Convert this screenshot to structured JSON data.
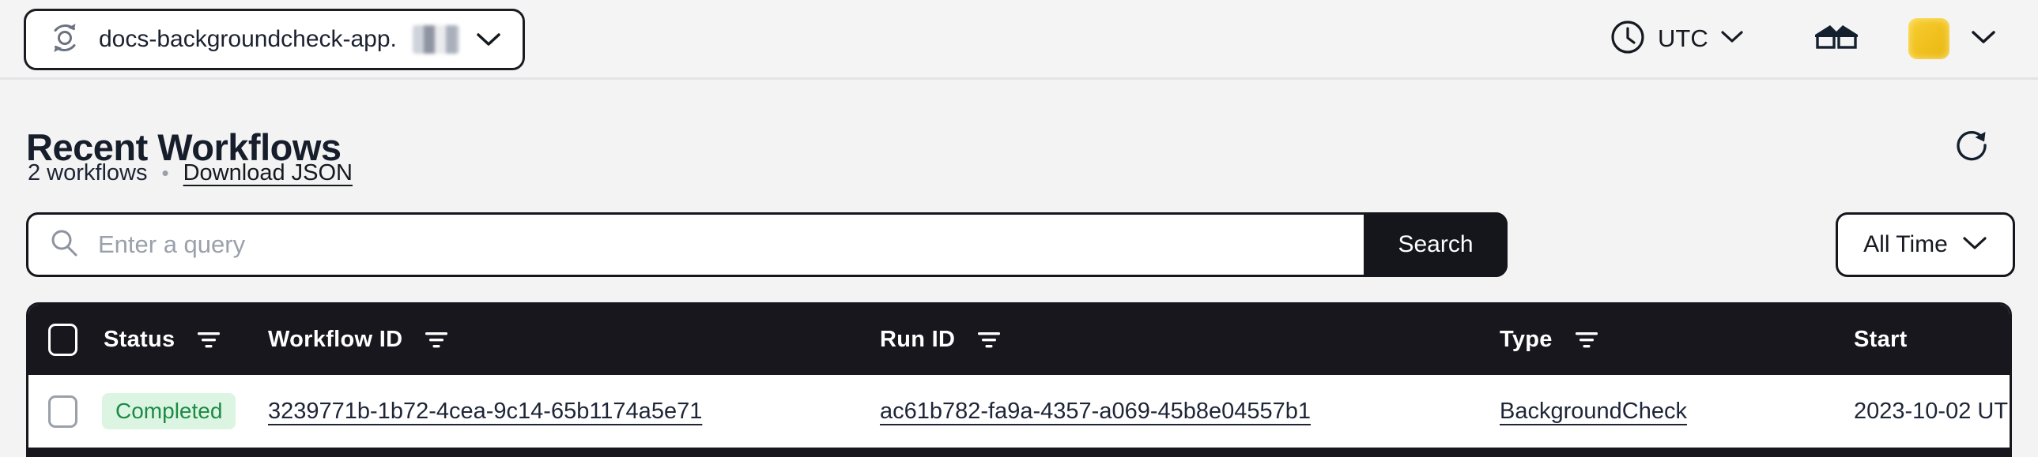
{
  "topbar": {
    "namespace": {
      "label": "docs-backgroundcheck-app.",
      "suffix_redacted": true
    },
    "timezone": {
      "label": "UTC"
    }
  },
  "page": {
    "title": "Recent Workflows",
    "count_label": "2 workflows",
    "separator": "•",
    "download_link": "Download JSON"
  },
  "search": {
    "placeholder": "Enter a query",
    "value": "",
    "button_label": "Search",
    "time_filter_label": "All Time"
  },
  "table": {
    "columns": [
      {
        "label": "Status",
        "filterable": true
      },
      {
        "label": "Workflow ID",
        "filterable": true
      },
      {
        "label": "Run ID",
        "filterable": true
      },
      {
        "label": "Type",
        "filterable": true
      },
      {
        "label": "Start",
        "filterable": false
      }
    ],
    "rows": [
      {
        "status": "Completed",
        "workflow_id": "3239771b-1b72-4cea-9c14-65b1174a5e71",
        "run_id": "ac61b782-fa9a-4357-a069-45b8e04557b1",
        "type": "BackgroundCheck",
        "start": "2023-10-02 UT"
      }
    ]
  },
  "icons": [
    "namespace-cycle-icon",
    "chevron-down-icon",
    "clock-icon",
    "glasses-icon",
    "refresh-icon",
    "search-icon",
    "filter-icon",
    "checkbox"
  ],
  "colors": {
    "page_bg": "#f3f3f4",
    "table_header_bg": "#17171d",
    "badge_bg": "#dcf5e3",
    "badge_text": "#1d8a45",
    "avatar_yellow": "#f2c425",
    "link_text": "#1d2537"
  }
}
